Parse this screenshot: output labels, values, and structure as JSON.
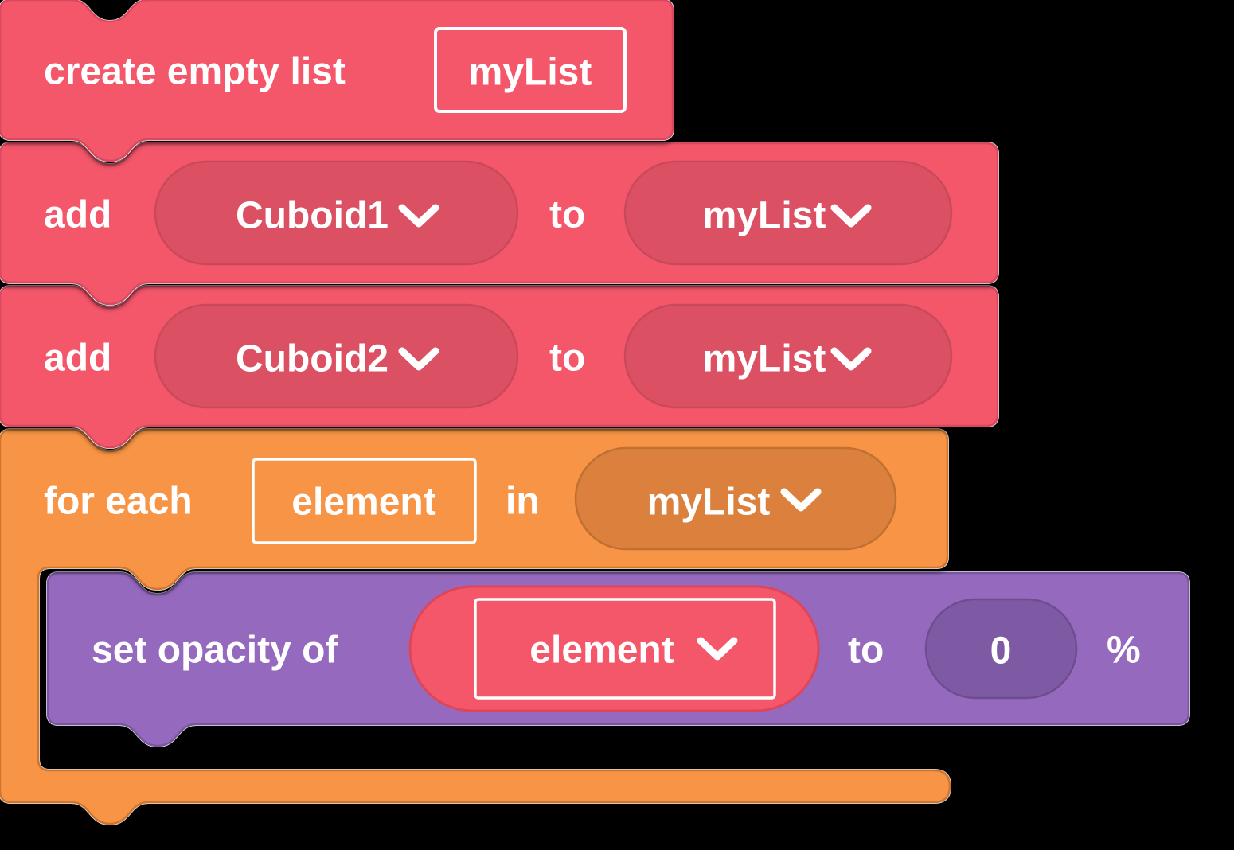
{
  "canvas": {
    "background": "#000000"
  },
  "colors": {
    "pink": "#F4566A",
    "pink_pill": "#DB5164",
    "orange": "#F79445",
    "orange_pill": "#DB803C",
    "purple": "#9569BE",
    "purple_pill": "#7E5AA4",
    "text": "#FFFFFF"
  },
  "blocks": {
    "create_list": {
      "label": "create empty list",
      "value": "myList"
    },
    "add_cuboid1": {
      "verb": "add",
      "item": "Cuboid1",
      "prep": "to",
      "list": "myList"
    },
    "add_cuboid2": {
      "verb": "add",
      "item": "Cuboid2",
      "prep": "to",
      "list": "myList"
    },
    "for_each": {
      "label": "for each",
      "variable": "element",
      "prep": "in",
      "list": "myList"
    },
    "set_opacity": {
      "label": "set opacity of",
      "target": "element",
      "prep": "to",
      "value": "0",
      "unit": "%"
    }
  }
}
